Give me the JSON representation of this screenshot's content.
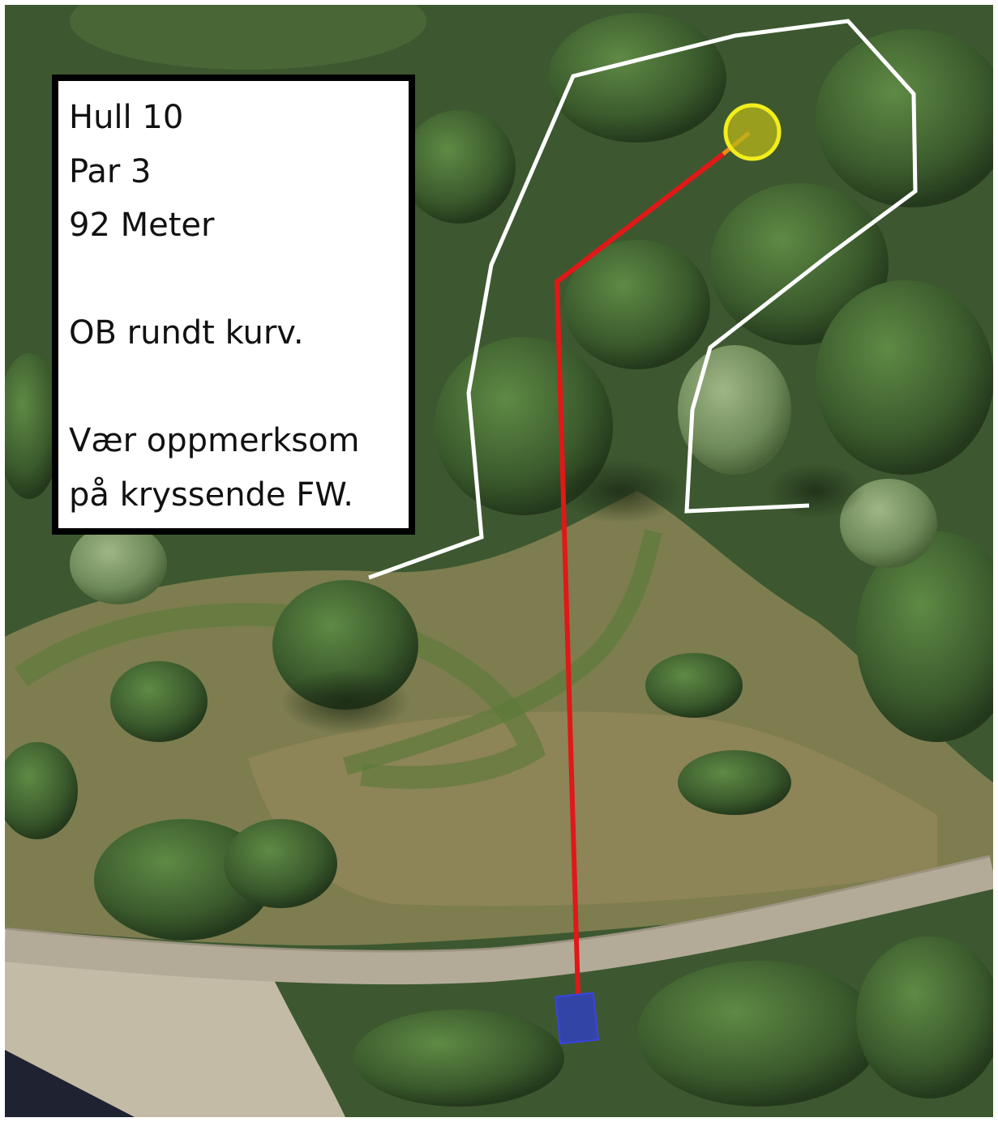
{
  "hole_info": {
    "lines": [
      "Hull 10",
      "Par 3",
      "92 Meter",
      "",
      "OB rundt kurv.",
      "",
      "Vær oppmerksom",
      "på kryssende FW."
    ]
  },
  "map": {
    "layers": [
      "aerial-photo",
      "ob-boundary",
      "throw-line",
      "basket",
      "tee-pad"
    ],
    "colors": {
      "ob_boundary": "#ffffff",
      "throw_line": "#e01818",
      "basket_fill": "#c8c41a",
      "basket_ring": "#f2ee1c",
      "tee_pad": "#2f3fcf",
      "road": "#b3ab98",
      "meadow": "#7f8052",
      "forest": "#3f5a32"
    }
  }
}
